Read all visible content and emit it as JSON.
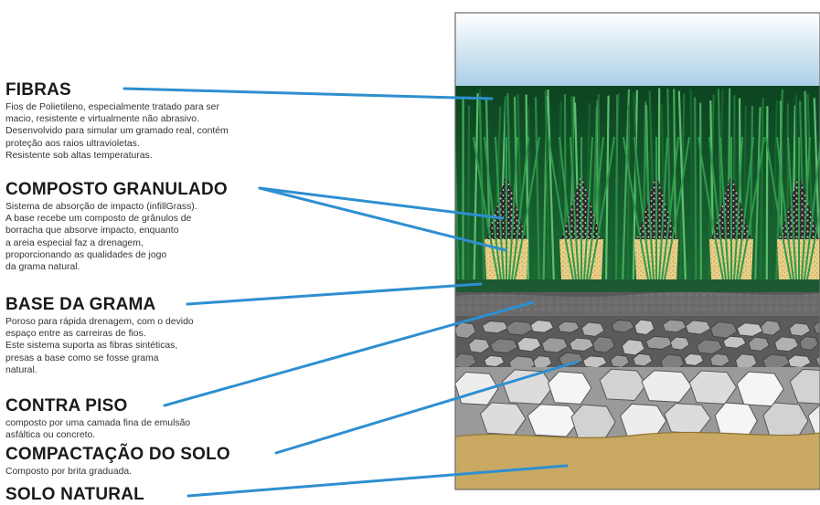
{
  "layers": [
    {
      "id": "fibras",
      "title": "FIBRAS",
      "description": [
        "Fios de Polietileno, especialmente tratado para ser",
        "macio, resistente e virtualmente não abrasivo.",
        "Desenvolvido para simular um gramado real, contém",
        "proteção aos raios ultravioletas.",
        "Resistente sob altas temperaturas."
      ]
    },
    {
      "id": "composto-granulado",
      "title": "COMPOSTO GRANULADO",
      "description": [
        "Sistema de absorção de impacto (infillGrass).",
        "A base recebe um composto de grânulos de",
        "borracha que absorve impacto, enquanto",
        "a areia especial faz a drenagem,",
        "proporcionando as qualidades de jogo",
        "da grama natural."
      ]
    },
    {
      "id": "base-da-grama",
      "title": "BASE DA GRAMA",
      "description": [
        "Poroso para rápida drenagem, com o devido",
        "espaço entre as carreiras de fios.",
        "Este sistema suporta as fibras sintéticas,",
        "presas a base como se fosse grama",
        "natural."
      ]
    },
    {
      "id": "contra-piso",
      "title": "CONTRA PISO",
      "description": [
        "composto por uma camada fina de emulsão",
        "asfáltica ou concreto."
      ]
    },
    {
      "id": "compactacao-do-solo",
      "title": "COMPACTAÇÃO DO SOLO",
      "description": [
        "Composto por brita graduada."
      ]
    },
    {
      "id": "solo-natural",
      "title": "SOLO NATURAL",
      "description": []
    }
  ],
  "colors": {
    "leader_line": "#2e8fd0",
    "sky_top": "#ffffff",
    "sky_bottom": "#a9cde6",
    "grass_dark": "#0f4a22",
    "grass_mid": "#1f7a3a",
    "grass_light": "#4fae62",
    "rubber": "#2a2a2a",
    "sand": "#e8cf8a",
    "base": "#1d5a33",
    "asphalt": "#6f6f6f",
    "gravel": "#8a8a8a",
    "stone": "#e6e6e6",
    "soil": "#c9a862"
  }
}
